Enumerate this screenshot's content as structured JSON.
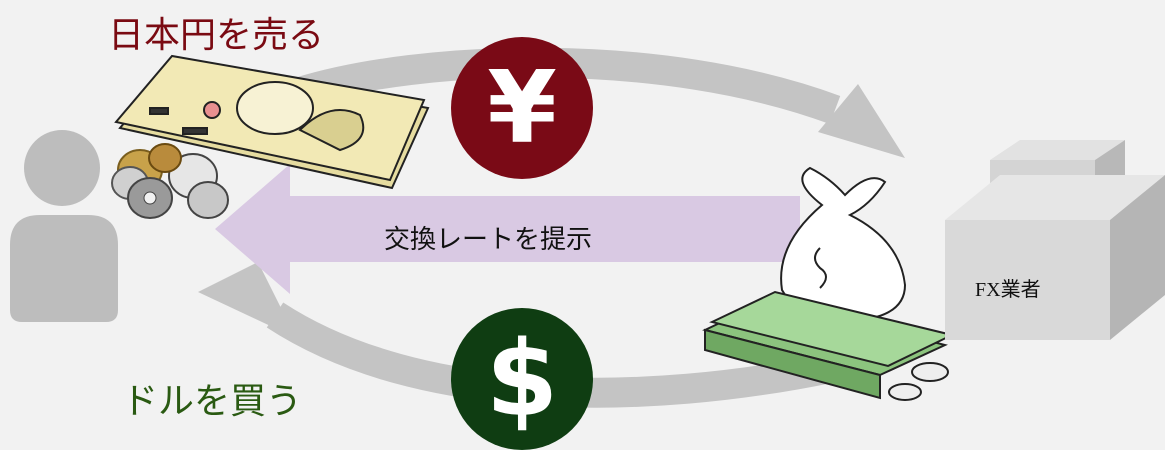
{
  "labels": {
    "sell_yen": "日本円を売る",
    "buy_dollar": "ドルを買う",
    "exchange_rate": "交換レートを提示",
    "fx_dealer": "FX業者"
  },
  "symbols": {
    "yen": "¥",
    "dollar": "$"
  },
  "colors": {
    "background": "#f2f2f2",
    "sell_text": "#7a0a12",
    "buy_text": "#2a5a12",
    "yen_circle": "#7a0a16",
    "dollar_circle": "#0f3d12",
    "cycle_arrow": "#c4c4c4",
    "rate_arrow": "#d9c9e3",
    "person": "#bdbdbd",
    "banknote": "#f2e9b5",
    "dollar_bills": "#a6d89a"
  },
  "icons": [
    "person-icon",
    "yen-banknote-icon",
    "coins-icon",
    "money-bag-icon",
    "dollar-bills-icon",
    "dealer-box-icon"
  ]
}
